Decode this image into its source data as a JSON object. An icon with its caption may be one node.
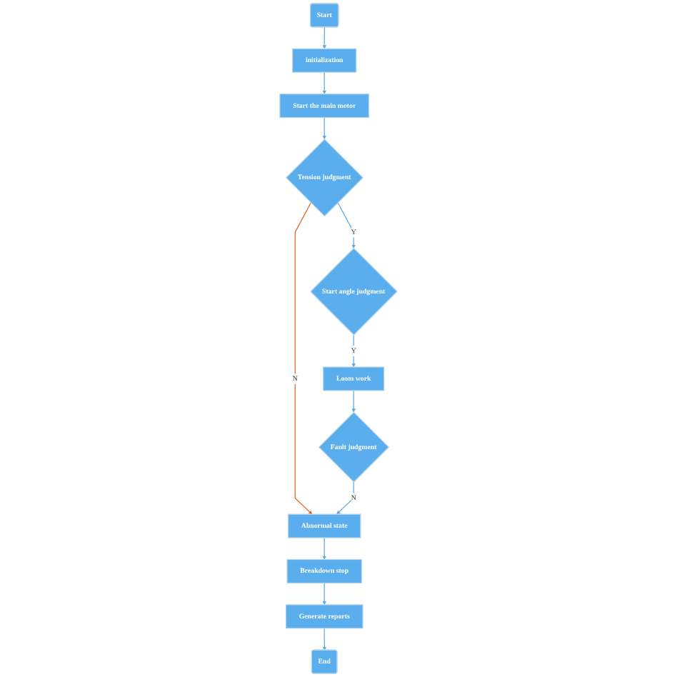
{
  "diagram": {
    "nodes": [
      {
        "text": [
          "Start"
        ]
      },
      {
        "text": [
          "initialization"
        ]
      },
      {
        "text": [
          "Start the main motor"
        ]
      },
      {
        "text": [
          "Tension judgment"
        ]
      },
      {
        "text": [
          "Start angle judgment"
        ]
      },
      {
        "text": [
          "Loom work"
        ]
      },
      {
        "text": [
          "Fault judgment"
        ]
      },
      {
        "text": [
          "Abnormal state"
        ]
      },
      {
        "text": [
          "Breakdown stop"
        ]
      },
      {
        "text": [
          "Generate reports"
        ]
      },
      {
        "text": [
          "End"
        ]
      }
    ],
    "edges": [
      {
        "from": 0,
        "to": 1,
        "arrow": "to"
      },
      {
        "from": 1,
        "to": 2,
        "arrow": "to"
      },
      {
        "from": 2,
        "to": 3,
        "arrow": "to"
      },
      {
        "from": 3,
        "to": 4,
        "arrow": "to",
        "label": "Y"
      },
      {
        "from": 4,
        "to": 5,
        "arrow": "to",
        "label": "Y"
      },
      {
        "from": 5,
        "to": 6,
        "arrow": "to"
      },
      {
        "from": 3,
        "to": 7,
        "arrow": "to",
        "label": "N",
        "color": "#e8611a"
      },
      {
        "from": 6,
        "to": 7,
        "arrow": "to",
        "label": "N"
      },
      {
        "from": 7,
        "to": 8,
        "arrow": "to"
      },
      {
        "from": 8,
        "to": 9,
        "arrow": "to"
      },
      {
        "from": 9,
        "to": 10,
        "arrow": "to"
      }
    ]
  }
}
